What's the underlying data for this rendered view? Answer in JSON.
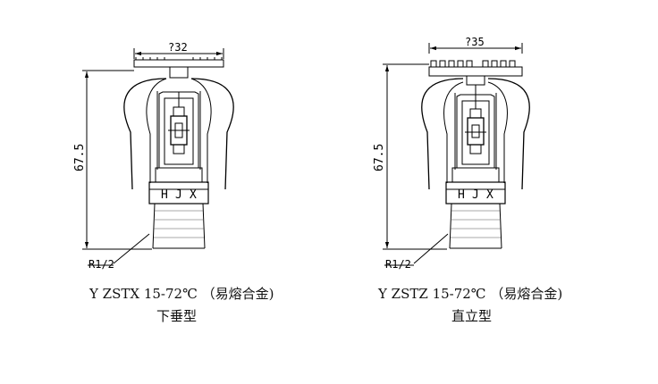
{
  "figures": [
    {
      "id": "pendent",
      "top_dimension": "?32",
      "height_dimension": "67.5",
      "thread_label": "R1/2",
      "body_marking": [
        "H",
        "J",
        "X"
      ],
      "model_caption": "Y ZSTX 15-72℃ （易熔合金)",
      "type_caption": "下垂型"
    },
    {
      "id": "upright",
      "top_dimension": "?35",
      "height_dimension": "67.5",
      "thread_label": "R1/2",
      "body_marking": [
        "H",
        "J",
        "X"
      ],
      "model_caption": "Y ZSTZ 15-72℃ （易熔合金)",
      "type_caption": "直立型"
    }
  ]
}
